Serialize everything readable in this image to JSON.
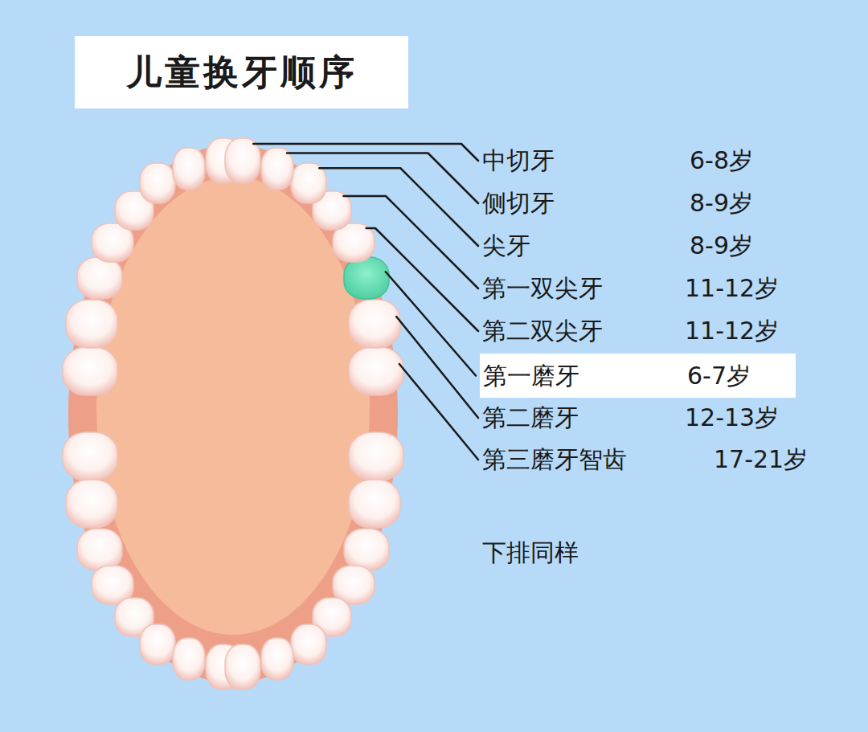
{
  "diagram": {
    "title": "儿童换牙顺序",
    "nodes": [
      {
        "text": [
          "第一磨牙",
          "6-7岁"
        ]
      }
    ],
    "labels": [
      "中切牙",
      "6-8岁",
      "侧切牙",
      "8-9岁",
      "尖牙",
      "8-9岁",
      "第一双尖牙",
      "11-12岁",
      "第二双尖牙",
      "11-12岁",
      "第二磨牙",
      "12-13岁",
      "第三磨牙智齿",
      "17-21岁",
      "下排同样"
    ]
  }
}
